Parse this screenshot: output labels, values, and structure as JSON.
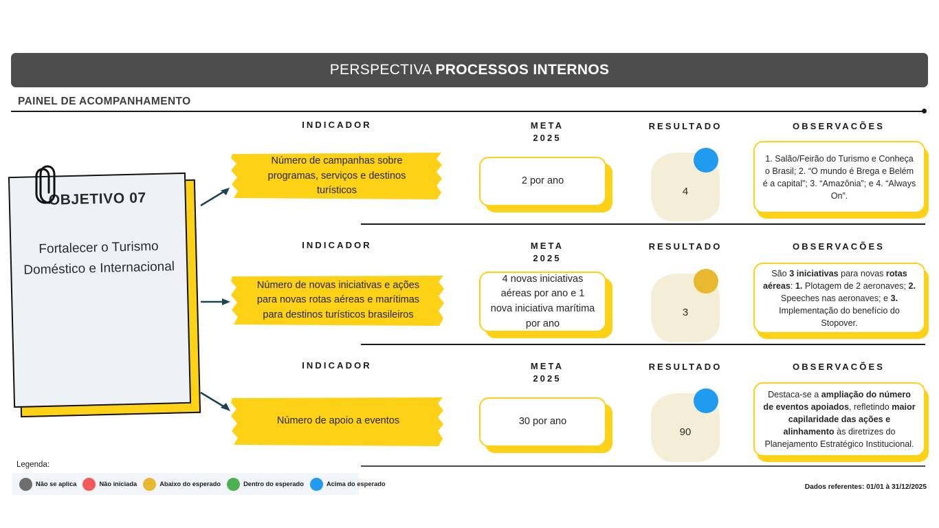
{
  "header": {
    "title_light": "PERSPECTIVA ",
    "title_bold": "PROCESSOS INTERNOS",
    "subtitle": "PAINEL DE ACOMPANHAMENTO"
  },
  "objective": {
    "number_label": "OBJETIVO 07",
    "description": "Fortalecer o Turismo Doméstico e Internacional"
  },
  "columns": {
    "indicador": "INDICADOR",
    "meta": "META",
    "meta_year": "2025",
    "resultado": "RESULTADO",
    "observacoes": "OBSERVACÕES"
  },
  "rows": [
    {
      "indicador": "Número de campanhas sobre programas, serviços e destinos turísticos",
      "meta": "2 por ano",
      "resultado": "4",
      "status_color": "#1f9bf0",
      "status_label": "Acima do esperado",
      "observacoes_html": "1. Salão/Feirão do Turismo e Conheça o Brasil; 2. “O mundo é Brega e Belém é a capital”; 3. “Amazônia”; e 4. “Always On”."
    },
    {
      "indicador": "Número de novas iniciativas e ações para novas rotas aéreas e marítimas para destinos turísticos brasileiros",
      "meta": "4 novas iniciativas aéreas por ano e 1 nova iniciativa marítima por ano",
      "resultado": "3",
      "status_color": "#e8b92f",
      "status_label": "Abaixo do esperado",
      "observacoes_html": "São <b>3 iniciativas</b> para novas <b>rotas aéreas</b>: <b>1.</b> Plotagem de 2 aeronaves; <b>2.</b> Speeches nas aeronaves; e <b>3.</b> Implementação do benefício do Stopover."
    },
    {
      "indicador": "Número de apoio a eventos",
      "meta": "30 por ano",
      "resultado": "90",
      "status_color": "#1f9bf0",
      "status_label": "Acima do esperado",
      "observacoes_html": "Destaca-se a <b>ampliação do número de eventos apoiados</b>, refletindo <b>maior capilaridade das ações e alinhamento</b> às diretrizes do Planejamento Estratégico Institucional."
    }
  ],
  "legend": {
    "title": "Legenda:",
    "items": [
      {
        "label": "Não se aplica",
        "color": "#6e6e6e"
      },
      {
        "label": "Não iniciada",
        "color": "#ef5b5b"
      },
      {
        "label": "Abaixo do esperado",
        "color": "#e8b92f"
      },
      {
        "label": "Dentro do esperado",
        "color": "#4caf50"
      },
      {
        "label": "Acima do esperado",
        "color": "#1f9bf0"
      }
    ]
  },
  "footer": {
    "note": "Dados referentes: 01/01 à 31/12/2025"
  },
  "theme": {
    "yellow": "#fcd116",
    "header_gray": "#4d4d4d",
    "arrow": "#1d4454",
    "card_bg": "#eef2f7",
    "blob_bg": "#f4eed6"
  }
}
